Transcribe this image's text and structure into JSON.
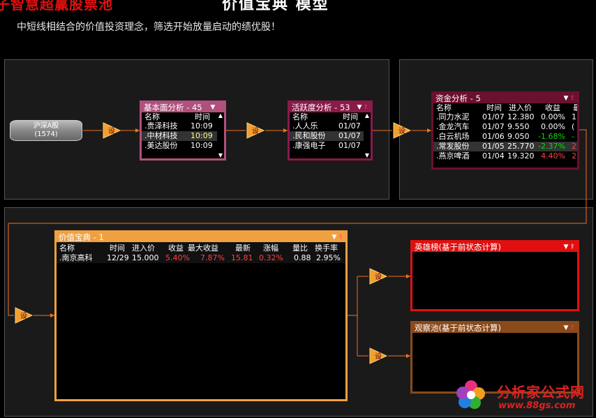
{
  "header": {
    "left_title": "子智慧超赢股票池",
    "center_title": "价值宝典  模型",
    "subtitle": "中短线相结合的价值投资理念，筛选开始放量启动的绩优股！"
  },
  "source": {
    "name": "沪深A股",
    "count": "(1574)"
  },
  "filter_label": "设",
  "pools": {
    "fundamental": {
      "title": "基本面分析 - 45",
      "cols": [
        "名称",
        "时间"
      ],
      "rows": [
        {
          "name": ".贵泽科技",
          "time": "10:09"
        },
        {
          "name": ".中材科技",
          "time": "10:09"
        },
        {
          "name": ".美达股份",
          "time": "10:09"
        }
      ]
    },
    "activity": {
      "title": "活跃度分析 - 53",
      "cols": [
        "名称",
        "时间"
      ],
      "rows": [
        {
          "name": ".人人乐",
          "time": "01/07"
        },
        {
          "name": ".民和股份",
          "time": "01/07"
        },
        {
          "name": ".康强电子",
          "time": "01/07"
        }
      ]
    },
    "capital": {
      "title": "资金分析 - 5",
      "cols": [
        "名称",
        "时间",
        "进入价",
        "收益",
        "最"
      ],
      "rows": [
        {
          "name": ".同力水泥",
          "time": "01/07",
          "price": "12.380",
          "gain": "0.00%",
          "max": "1"
        },
        {
          "name": ".金龙汽车",
          "time": "01/07",
          "price": "9.550",
          "gain": "0.00%",
          "max": "("
        },
        {
          "name": ".白云机场",
          "time": "01/06",
          "price": "9.050",
          "gain": "-1.68%",
          "max": "-"
        },
        {
          "name": ".常发股份",
          "time": "01/05",
          "price": "25.770",
          "gain": "-2.37%",
          "max": "2"
        },
        {
          "name": ".燕京啤酒",
          "time": "01/04",
          "price": "19.320",
          "gain": "4.40%",
          "max": "2"
        }
      ]
    },
    "value": {
      "title": "价值宝典 - 1",
      "cols": [
        "名称",
        "时间",
        "进入价",
        "收益",
        "最大收益",
        "最新",
        "涨幅",
        "量比",
        "换手率"
      ],
      "rows": [
        {
          "name": ".南京高科",
          "time": "12/29",
          "price": "15.000",
          "gain": "5.40%",
          "maxgain": "7.87%",
          "latest": "15.81",
          "change": "0.32%",
          "volratio": "0.88",
          "turnover": "2.95%"
        }
      ]
    },
    "hero": {
      "title": "英雄榜(基于前状态计算)"
    },
    "watch": {
      "title": "观察池(基于前状态计算)"
    }
  },
  "watermark": {
    "name": "分析家公式网",
    "url": "www.88gs.com"
  },
  "colors": {
    "fundamental": "#b0507c",
    "activity": "#8a1a4a",
    "capital": "#6a1030",
    "value": "#f0a040",
    "hero": "#e01010",
    "watch": "#8a4a1a",
    "connector": "#f07020"
  }
}
